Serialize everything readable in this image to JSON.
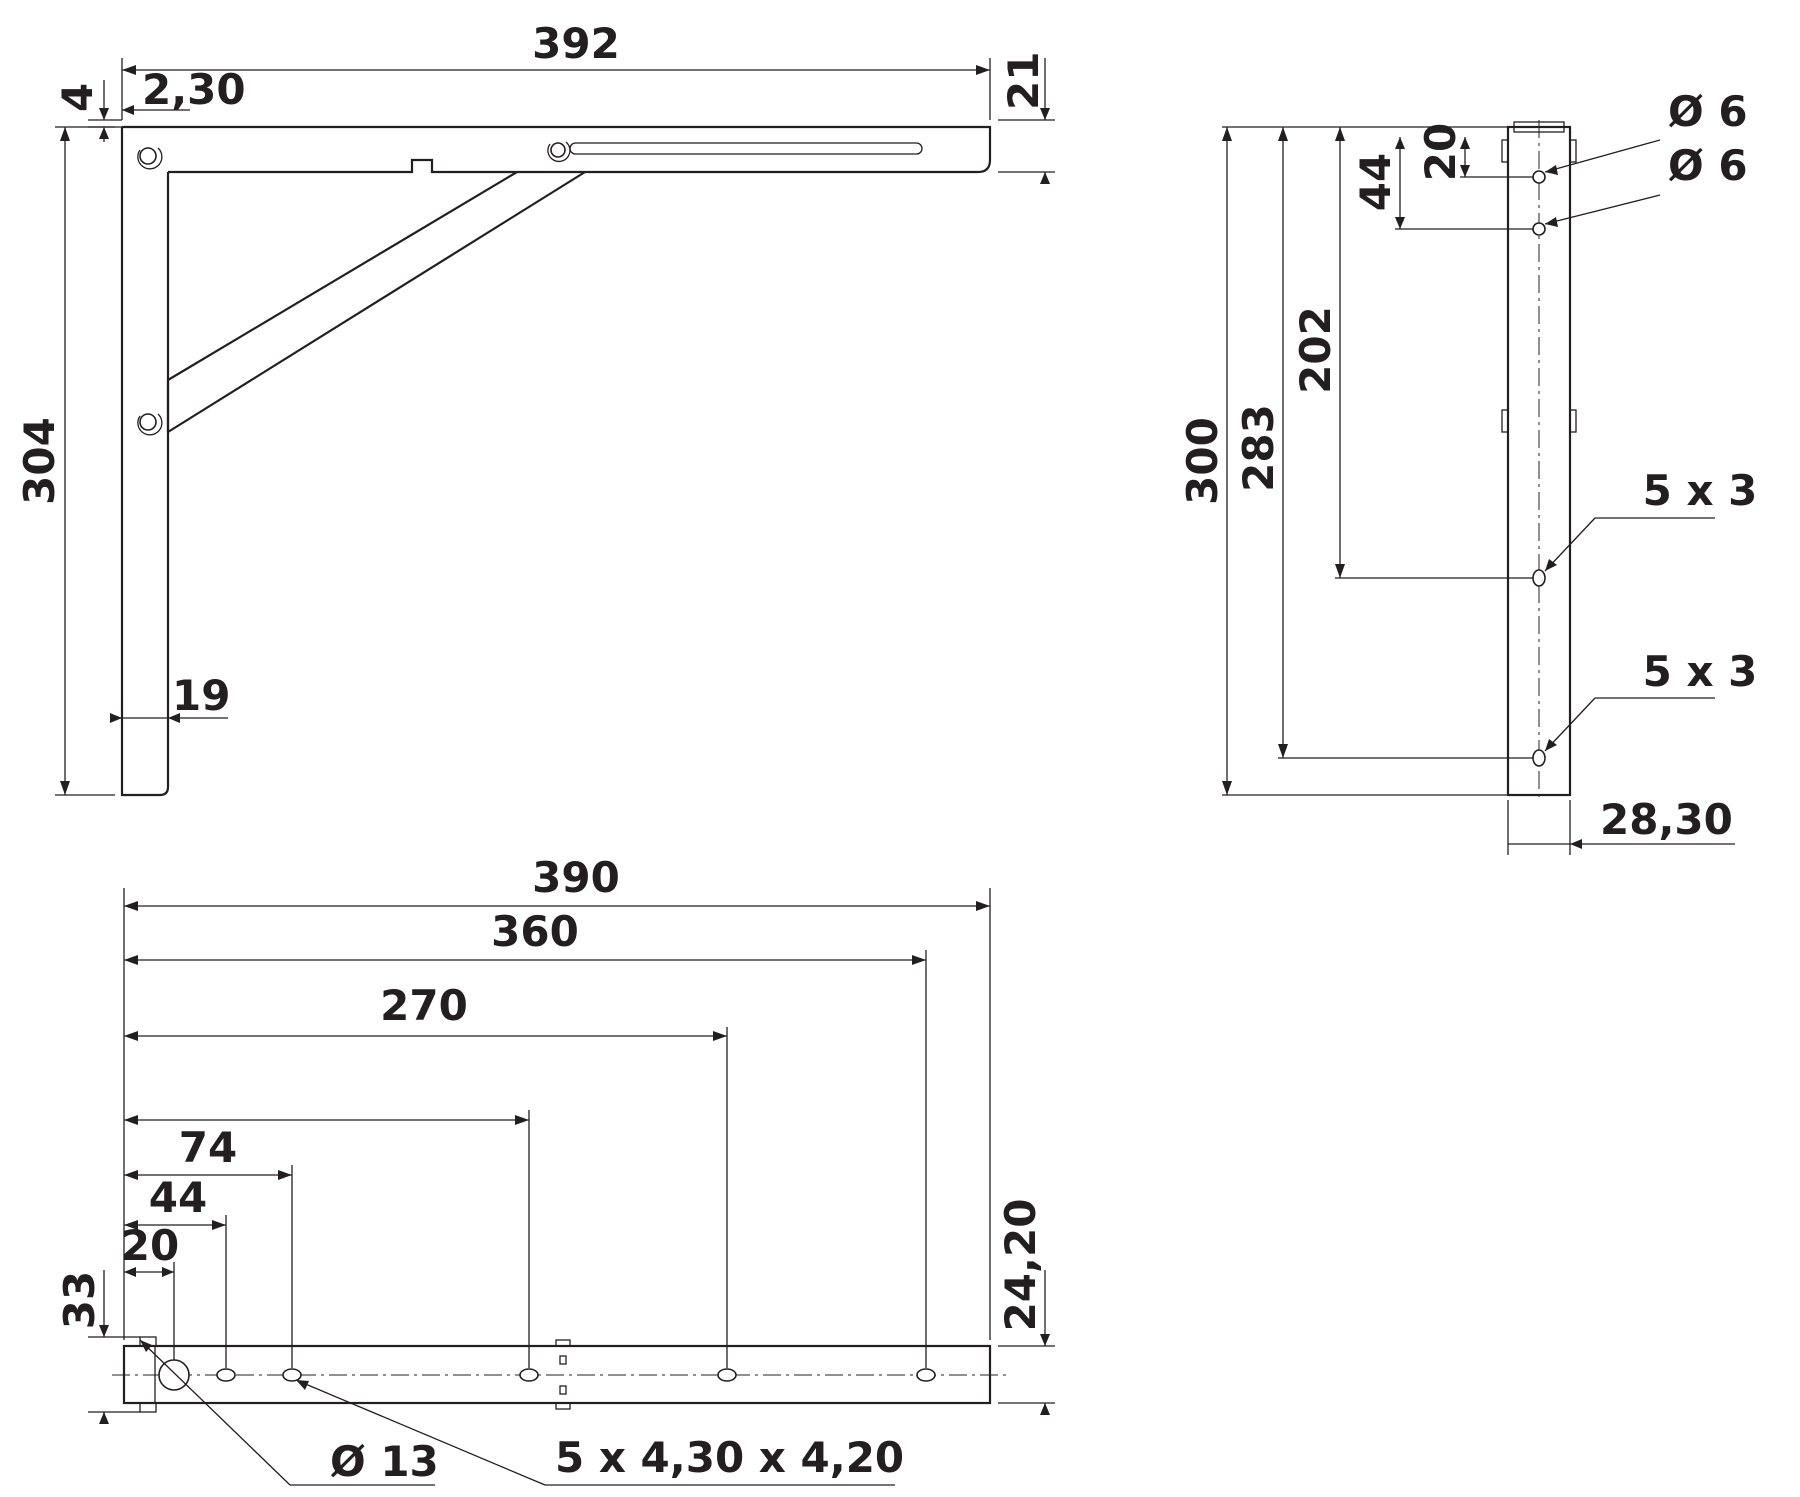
{
  "side_view": {
    "overall_length": "392",
    "top_thickness": "4",
    "edge_offset": "2,30",
    "arm_height": "21",
    "overall_height": "304",
    "upright_width": "19"
  },
  "front_view": {
    "first_hole_dia": "Ø 6",
    "second_hole_dia": "Ø 6",
    "first_hole_offset": "20",
    "second_hole_offset": "44",
    "third_hole_offset": "202",
    "fourth_hole_offset": "283",
    "overall_height": "300",
    "third_hole_slot": "5 x 3",
    "fourth_hole_slot": "5 x 3",
    "upright_width": "28,30"
  },
  "top_view": {
    "overall_length": "390",
    "dim_360": "360",
    "dim_270": "270",
    "dim_74": "74",
    "dim_44": "44",
    "dim_20": "20",
    "dim_33": "33",
    "arm_width": "24,20",
    "pivot_hole_dia": "Ø 13",
    "slot_holes": "5 x 4,30 x 4,20"
  }
}
